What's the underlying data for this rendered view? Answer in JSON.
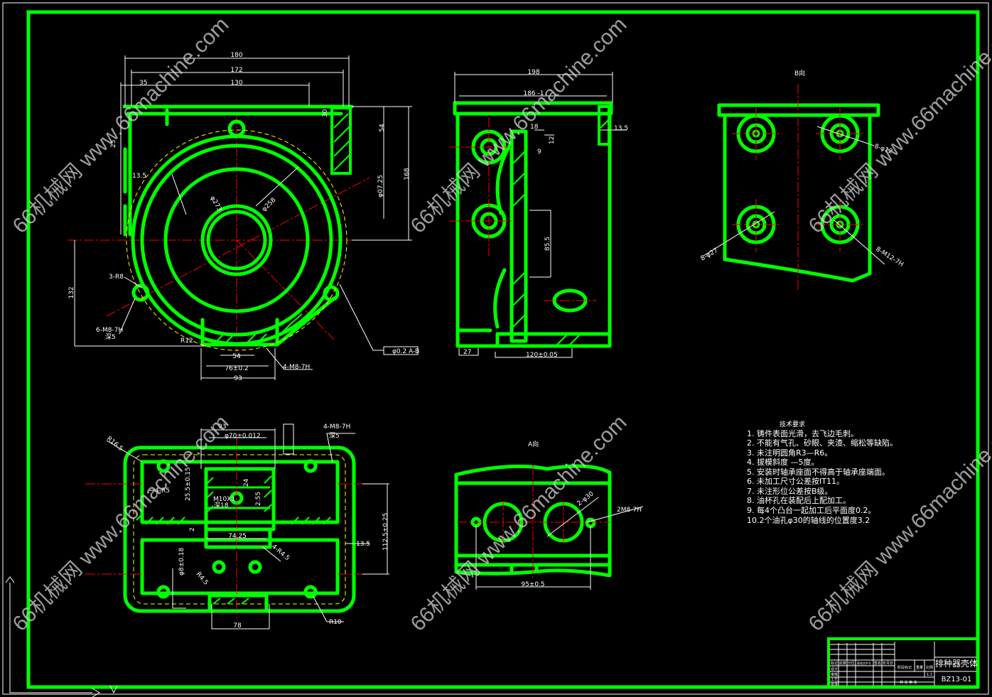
{
  "watermark": "66机械网 www.66machine.com",
  "front_view": {
    "dims": [
      "180",
      "172",
      "35",
      "130",
      "54",
      "168",
      "φ07.25",
      "13.5",
      "3-R8",
      "6-M8-7H",
      "深5",
      "R12",
      "54",
      "76±0.2",
      "93",
      "4-M8-7H",
      "132",
      "φ273",
      "φ258",
      "25",
      "30",
      "φ0.2 A-B"
    ]
  },
  "side_view": {
    "dims": [
      "198",
      "186 -1",
      "18",
      "12",
      "9",
      "13.5",
      "85.5",
      "27",
      "120±0.05"
    ]
  },
  "b_view": {
    "label": "B向",
    "dims": [
      "8-φ12",
      "8-φ27",
      "8-M12-7H"
    ]
  },
  "bottom_view": {
    "dims": [
      "93",
      "φ70±0.012",
      "R16.5",
      "4-R5",
      "25.5±0.15",
      "M10X1",
      "深18",
      "24",
      "2.55",
      "74.25",
      "4-R4.5",
      "2",
      "R4.5",
      "φ8±0.18",
      "78",
      "R10",
      "4-M8-7H",
      "深5",
      "13.5",
      "112.5±0.25"
    ]
  },
  "a_view": {
    "label": "A向",
    "dims": [
      "2-φ30",
      "2M8-7H",
      "95±0.5"
    ]
  },
  "tech_requirements": {
    "title": "技术要求",
    "items": [
      "1. 铸件表面光滑，去飞边毛刺。",
      "2. 不能有气孔、砂眼、夹渣、缩松等缺陷。",
      "3. 未注明圆角R3—R6。",
      "4. 拔模斜度 —5度。",
      "5. 安装时轴承座面不得高于轴承座端面。",
      "6. 未加工尺寸公差按IT11。",
      "7. 未注形位公差按B级。",
      "8. 油杯孔在装配后上配加工。",
      "9. 每4个凸台一起加工后平面度0.2。",
      "10.2个油孔φ30的轴线的位置度3.2"
    ]
  },
  "title_block": {
    "part_name": "排种器壳体",
    "drawing_no": "BZ13-01",
    "header": [
      "标记",
      "处数",
      "分区",
      "更改文件号",
      "签名",
      "年月日"
    ],
    "roles": [
      "设计",
      "审核",
      "工艺",
      "批准"
    ],
    "stage": "阶段标记",
    "weight": "重量",
    "scale": "比例",
    "sheet_ratio": "1:1",
    "sheets": "共 张 第 张"
  }
}
